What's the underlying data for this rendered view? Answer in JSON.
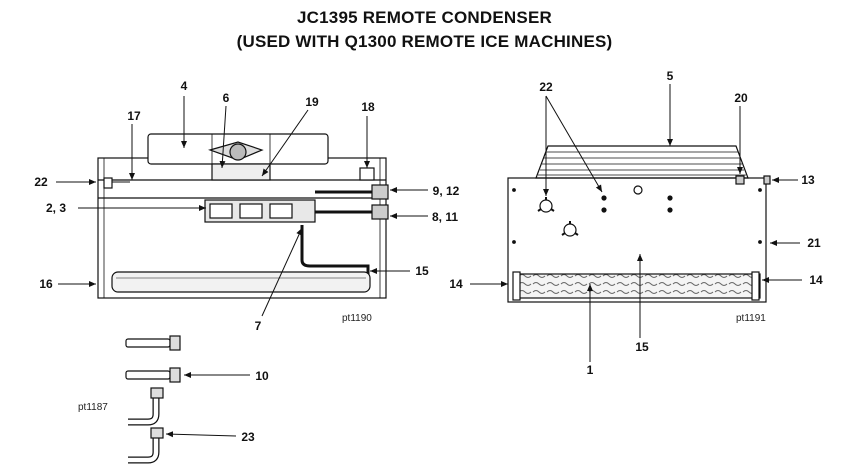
{
  "title_line1": "JC1395 REMOTE CONDENSER",
  "title_line2": "(USED WITH Q1300 REMOTE ICE MACHINES)",
  "figures": {
    "left_ref": "pt1190",
    "right_ref": "pt1191",
    "fittings_ref": "pt1187"
  },
  "callouts": {
    "c4": "4",
    "c6": "6",
    "c19": "19",
    "c18": "18",
    "c17": "17",
    "c22_left": "22",
    "c2_3": "2, 3",
    "c16": "16",
    "c9_12": "9, 12",
    "c8_11": "8, 11",
    "c15_left": "15",
    "c7": "7",
    "c22_right": "22",
    "c5": "5",
    "c20": "20",
    "c13": "13",
    "c21": "21",
    "c14_left": "14",
    "c14_right": "14",
    "c15_right": "15",
    "c1": "1",
    "c10": "10",
    "c23": "23"
  }
}
